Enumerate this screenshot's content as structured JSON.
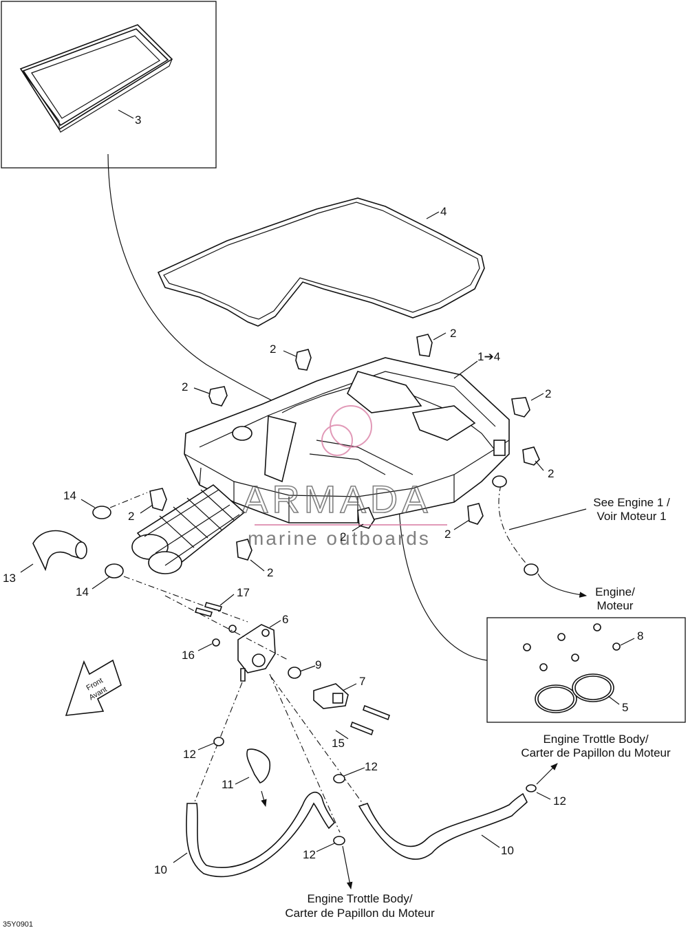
{
  "diagram_code": "35Y0901",
  "watermark": {
    "brand": "ARMADA",
    "tagline": "marine outboards"
  },
  "front_arrow": {
    "line1": "Front",
    "line2": "Avant"
  },
  "callouts": {
    "c1_4": "1➔4",
    "c2": "2",
    "c3": "3",
    "c4": "4",
    "c5": "5",
    "c6": "6",
    "c7": "7",
    "c8": "8",
    "c9": "9",
    "c10": "10",
    "c11": "11",
    "c12": "12",
    "c13": "13",
    "c14": "14",
    "c15": "15",
    "c16": "16",
    "c17": "17"
  },
  "notes": {
    "see_engine_line1": "See Engine 1 /",
    "see_engine_line2": "Voir Moteur 1",
    "engine_line1": "Engine/",
    "engine_line2": "Moteur",
    "throttle_right_line1": "Engine Trottle Body/",
    "throttle_right_line2": "Carter de Papillon du Moteur",
    "throttle_bottom_line1": "Engine Trottle Body/",
    "throttle_bottom_line2": "Carter de Papillon du Moteur"
  }
}
